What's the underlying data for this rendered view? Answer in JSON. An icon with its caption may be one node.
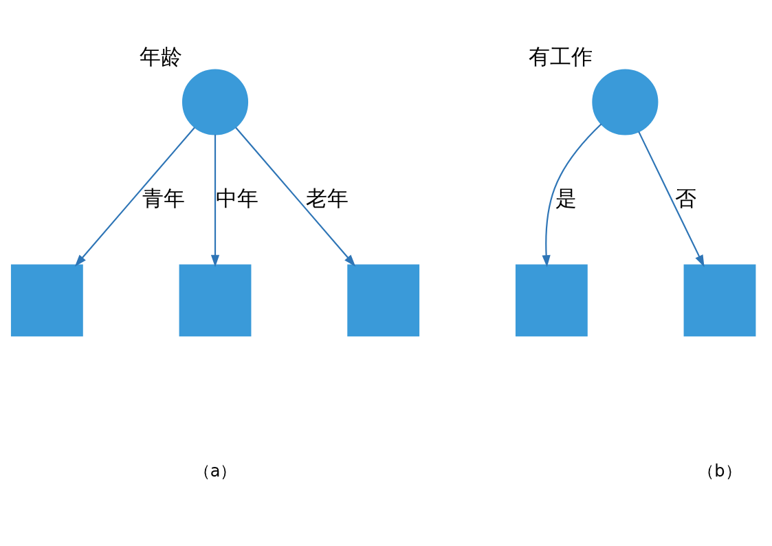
{
  "diagram": {
    "nodes": [
      {
        "text": [],
        "shape": "circle",
        "beside": [
          "年龄"
        ]
      },
      {
        "text": [],
        "shape": "box"
      },
      {
        "text": [],
        "shape": "box"
      },
      {
        "text": [],
        "shape": "box"
      },
      {
        "text": [],
        "shape": "circle",
        "beside": [
          "有工作"
        ]
      },
      {
        "text": [],
        "shape": "box"
      },
      {
        "text": [],
        "shape": "box"
      }
    ],
    "edges": [
      {
        "from": 0,
        "to": 1,
        "arrow": "to",
        "label": "青年"
      },
      {
        "from": 0,
        "to": 2,
        "arrow": "to",
        "label": "中年"
      },
      {
        "from": 0,
        "to": 3,
        "arrow": "to",
        "label": "老年"
      },
      {
        "from": 4,
        "to": 5,
        "arrow": "to",
        "label": "是"
      },
      {
        "from": 4,
        "to": 6,
        "arrow": "to",
        "label": "否"
      }
    ],
    "labels": [
      "（a）",
      "（b）"
    ]
  }
}
